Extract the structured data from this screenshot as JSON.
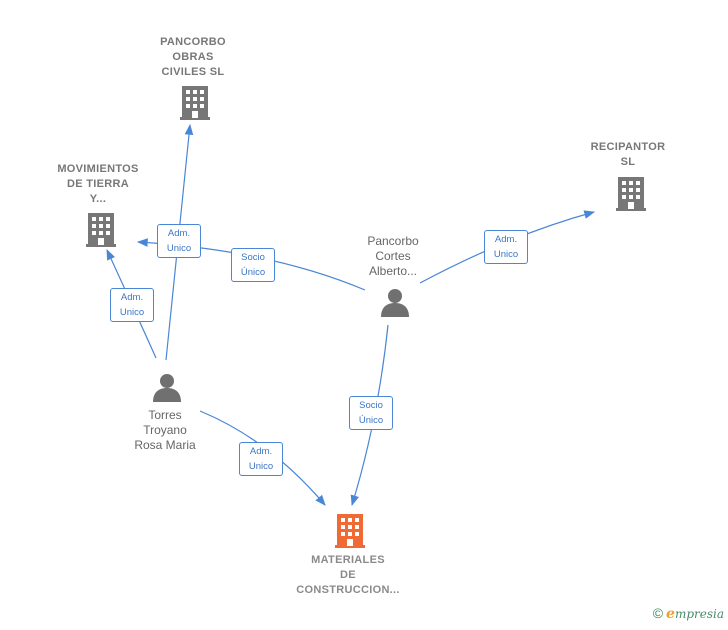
{
  "colors": {
    "edge": "#4a86d6",
    "company_icon": "#777777",
    "main_company_icon": "#f06a35",
    "person_icon": "#707070"
  },
  "nodes": {
    "pancorbo": {
      "label": "PANCORBO\nOBRAS\nCIVILES  SL",
      "icon": "building-icon"
    },
    "movimientos": {
      "label": "MOVIMIENTOS\nDE TIERRA\nY...",
      "icon": "building-icon"
    },
    "recipantor": {
      "label": "RECIPANTOR\nSL",
      "icon": "building-icon"
    },
    "pancorbo_cortes": {
      "label": "Pancorbo\nCortes\nAlberto...",
      "icon": "person-icon"
    },
    "torres": {
      "label": "Torres\nTroyano\nRosa Maria",
      "icon": "person-icon"
    },
    "materiales": {
      "label": "MATERIALES\nDE\nCONSTRUCCION...",
      "icon": "building-icon"
    }
  },
  "edges": {
    "torres_pancorbo": "Adm.\nUnico",
    "torres_movimientos": "Adm.\nUnico",
    "alberto_movimientos": "Socio\nÚnico",
    "alberto_recipantor": "Adm.\nUnico",
    "alberto_materiales": "Socio\nÚnico",
    "torres_materiales": "Adm.\nUnico"
  },
  "footer": {
    "copyright_symbol": "©",
    "brand_initial": "e",
    "brand_rest": "mpresia"
  }
}
